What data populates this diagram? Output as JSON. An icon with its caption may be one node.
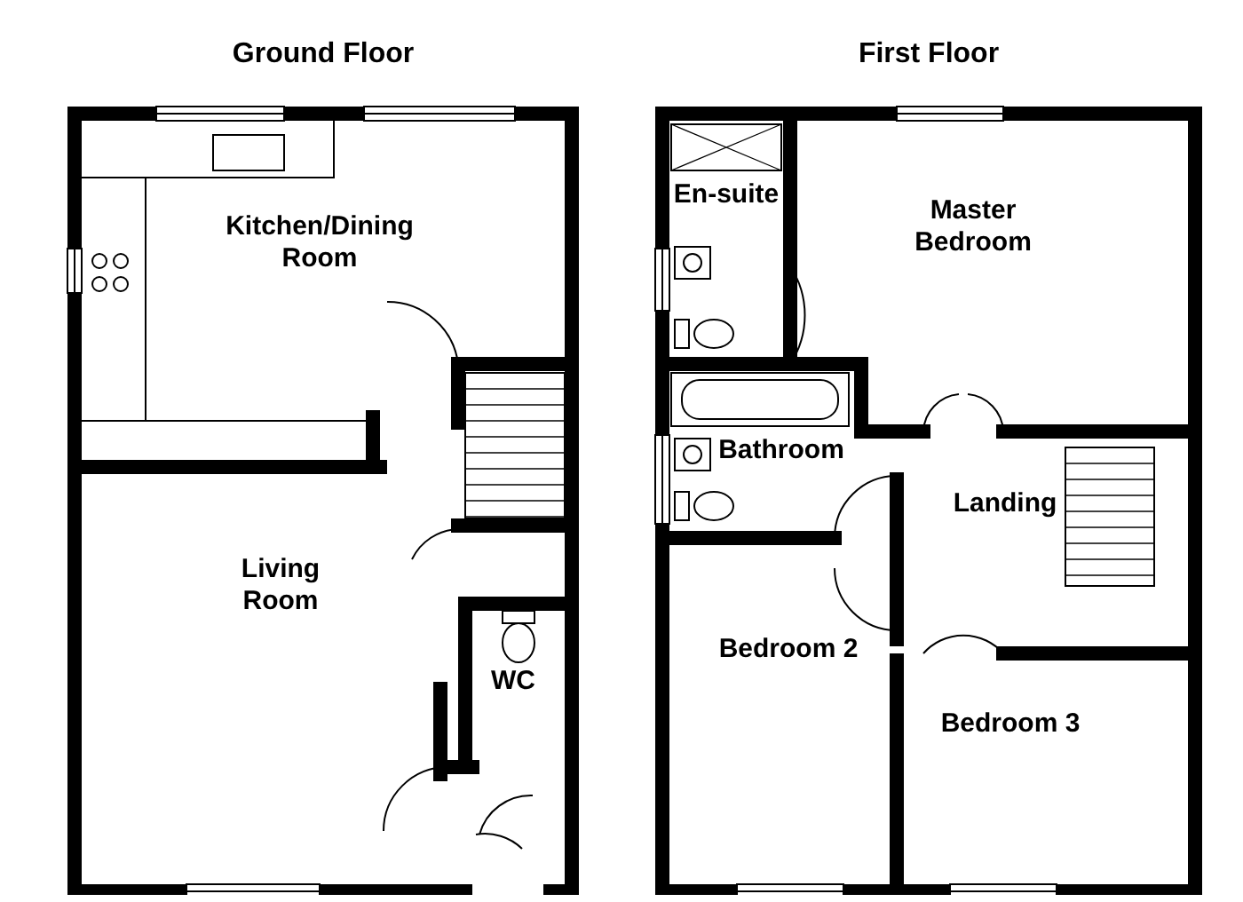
{
  "diagram": {
    "nodes": [
      {
        "text": [
          "Ground Floor"
        ]
      },
      {
        "text": [
          "Kitchen/Dining Room"
        ],
        "in": 0
      },
      {
        "text": [
          "Living Room"
        ],
        "in": 0
      },
      {
        "text": [
          "WC"
        ],
        "in": 0
      },
      {
        "text": [
          "First Floor"
        ]
      },
      {
        "text": [
          "En-suite"
        ],
        "in": 4
      },
      {
        "text": [
          "Master Bedroom"
        ],
        "in": 4
      },
      {
        "text": [
          "Bathroom"
        ],
        "in": 4
      },
      {
        "text": [
          "Landing"
        ],
        "in": 4
      },
      {
        "text": [
          "Bedroom 2"
        ],
        "in": 4
      },
      {
        "text": [
          "Bedroom 3"
        ],
        "in": 4
      }
    ]
  }
}
